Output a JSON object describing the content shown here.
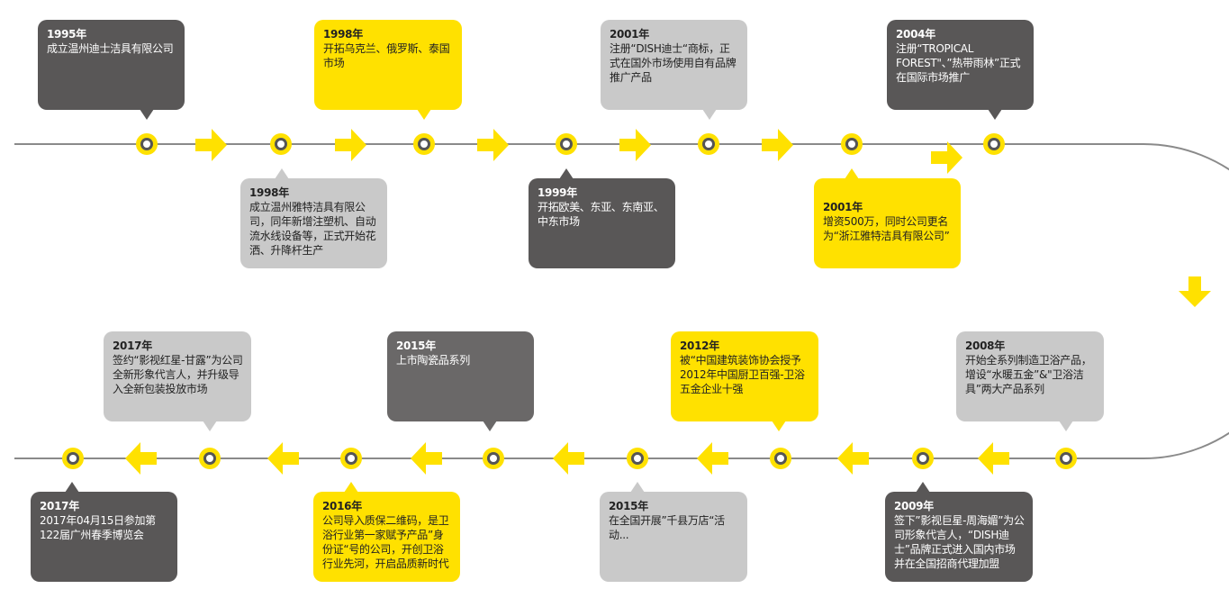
{
  "events": [
    {
      "year": "1995年",
      "text": "成立温州迪士洁具有限公司"
    },
    {
      "year": "1998年",
      "text": "成立温州雅特洁具有限公司，同年新增注塑机、自动流水线设备等，正式开始花洒、升降杆生产"
    },
    {
      "year": "1998年",
      "text": "开拓乌克兰、俄罗斯、泰国市场"
    },
    {
      "year": "1999年",
      "text": "开拓欧美、东亚、东南亚、中东市场"
    },
    {
      "year": "2001年",
      "text": "注册“DISH迪士“商标，正式在国外市场使用自有品牌推广产品"
    },
    {
      "year": "2001年",
      "text": "增资500万，同时公司更名为“浙江雅特洁具有限公司”"
    },
    {
      "year": "2004年",
      "text": "注册“TROPICAL FOREST\"、”热带雨林”正式在国际市场推广"
    },
    {
      "year": "2008年",
      "text": "开始全系列制造卫浴产品，增设“水暖五金”&\"卫浴洁具”两大产品系列"
    },
    {
      "year": "2009年",
      "text": "签下”影视巨星-周海媚”为公司形象代言人，“DISH迪士”品牌正式进入国内市场并在全国招商代理加盟"
    },
    {
      "year": "2012年",
      "text": "被“中国建筑装饰协会授予2012年中国厨卫百强-卫浴五金企业十强"
    },
    {
      "year": "2015年",
      "text": "在全国开展”千县万店“活动..."
    },
    {
      "year": "2015年",
      "text": "上市陶瓷品系列"
    },
    {
      "year": "2016年",
      "text": "公司导入质保二维码，是卫浴行业第一家赋予产品”身份证“号的公司，开创卫浴行业先河，开启品质新时代"
    },
    {
      "year": "2017年",
      "text": "签约“影视红星-甘露”为公司全新形象代言人，并升级导入全新包装投放市场"
    },
    {
      "year": "2017年",
      "text": "2017年04月15日参加第122届广州春季博览会"
    }
  ],
  "colors": {
    "accent": "#ffe100",
    "dark": "#595757",
    "light": "#c9c9c9",
    "line": "#8a8a8a"
  }
}
